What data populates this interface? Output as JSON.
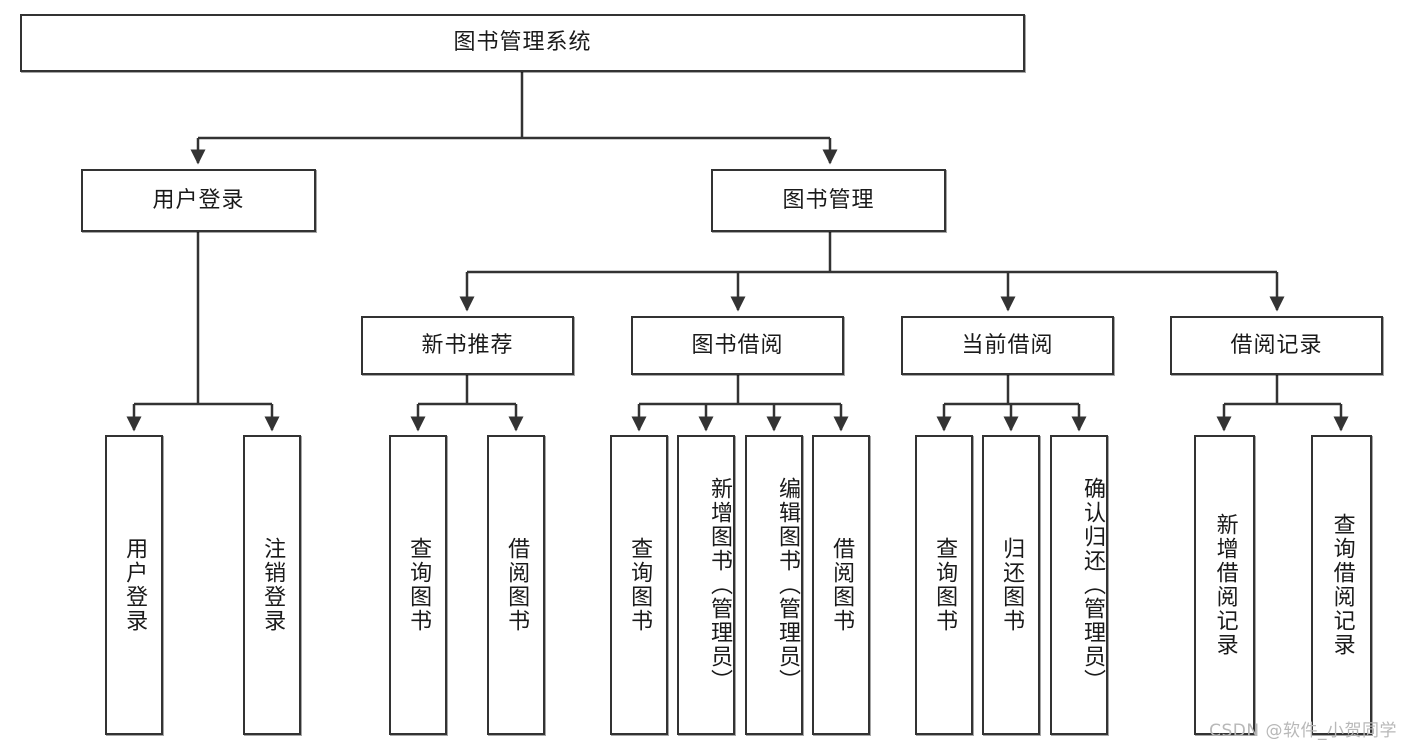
{
  "diagram": {
    "title": "图书管理系统",
    "type": "tree-hierarchy",
    "watermark": "CSDN @软件_小贺同学",
    "style": {
      "box_border_color": "#333333",
      "box_fill": "#ffffff",
      "line_color": "#333333",
      "text_color": "#1a1a1a",
      "background": "#ffffff",
      "watermark_color": "#b8b8b8"
    },
    "levels": {
      "root": {
        "label": "图书管理系统"
      },
      "level2": [
        {
          "id": "user-login",
          "label": "用户登录"
        },
        {
          "id": "book-manage",
          "label": "图书管理"
        }
      ],
      "level3": [
        {
          "id": "new-book-rec",
          "label": "新书推荐",
          "parent": "book-manage"
        },
        {
          "id": "book-borrow",
          "label": "图书借阅",
          "parent": "book-manage"
        },
        {
          "id": "current-borrow",
          "label": "当前借阅",
          "parent": "book-manage"
        },
        {
          "id": "borrow-record",
          "label": "借阅记录",
          "parent": "book-manage"
        }
      ],
      "leaves": [
        {
          "id": "leaf-user-login",
          "label": "用户登录",
          "parent": "user-login"
        },
        {
          "id": "leaf-user-logout",
          "label": "注销登录",
          "parent": "user-login"
        },
        {
          "id": "leaf-query-book-1",
          "label": "查询图书",
          "parent": "new-book-rec"
        },
        {
          "id": "leaf-borrow-book-1",
          "label": "借阅图书",
          "parent": "new-book-rec"
        },
        {
          "id": "leaf-query-book-2",
          "label": "查询图书",
          "parent": "book-borrow"
        },
        {
          "id": "leaf-add-book",
          "label": "新增图书（管理员）",
          "parent": "book-borrow"
        },
        {
          "id": "leaf-edit-book",
          "label": "编辑图书（管理员）",
          "parent": "book-borrow"
        },
        {
          "id": "leaf-borrow-book-2",
          "label": "借阅图书",
          "parent": "book-borrow"
        },
        {
          "id": "leaf-query-book-3",
          "label": "查询图书",
          "parent": "current-borrow"
        },
        {
          "id": "leaf-return-book",
          "label": "归还图书",
          "parent": "current-borrow"
        },
        {
          "id": "leaf-confirm-return",
          "label": "确认归还（管理员）",
          "parent": "current-borrow"
        },
        {
          "id": "leaf-add-record",
          "label": "新增借阅记录",
          "parent": "borrow-record"
        },
        {
          "id": "leaf-query-record",
          "label": "查询借阅记录",
          "parent": "borrow-record"
        }
      ]
    }
  }
}
